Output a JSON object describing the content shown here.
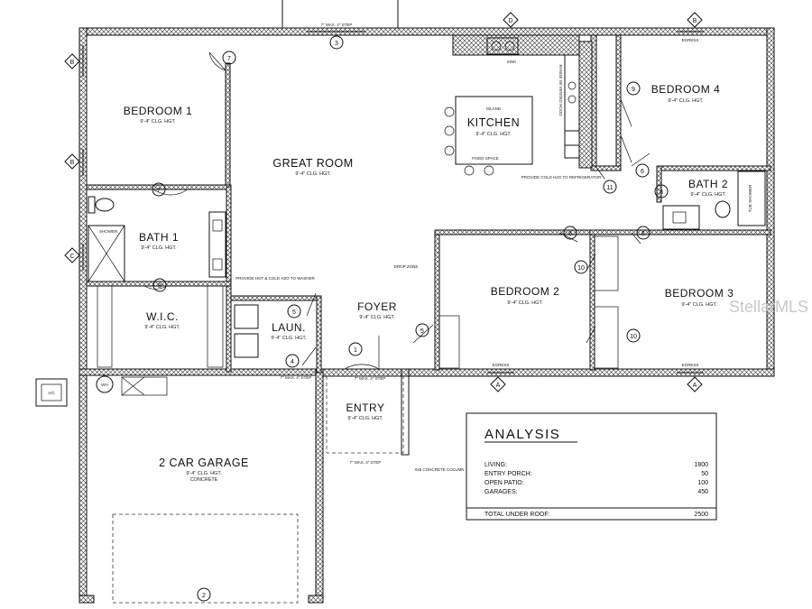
{
  "rooms": {
    "bedroom1": {
      "name": "BEDROOM 1",
      "ceiling": "9'-4\" CLG. HGT."
    },
    "great_room": {
      "name": "GREAT ROOM",
      "ceiling": "9'-4\" CLG. HGT."
    },
    "kitchen": {
      "name": "KITCHEN",
      "ceiling": "9'-4\" CLG. HGT."
    },
    "bedroom4": {
      "name": "BEDROOM 4",
      "ceiling": "9'-4\" CLG. HGT."
    },
    "bath1": {
      "name": "BATH 1",
      "ceiling": "9'-4\" CLG. HGT."
    },
    "bath2": {
      "name": "BATH 2",
      "ceiling": "9'-4\" CLG. HGT."
    },
    "wic": {
      "name": "W.I.C.",
      "ceiling": "9'-4\" CLG. HGT."
    },
    "laun": {
      "name": "LAUN.",
      "ceiling": "9'-4\" CLG. HGT."
    },
    "foyer": {
      "name": "FOYER",
      "ceiling": "9'-4\" CLG. HGT."
    },
    "bedroom2": {
      "name": "BEDROOM 2",
      "ceiling": "9'-4\" CLG. HGT."
    },
    "bedroom3": {
      "name": "BEDROOM 3",
      "ceiling": "9'-4\" CLG. HGT."
    },
    "entry": {
      "name": "ENTRY",
      "ceiling": "9'-4\" CLG. HGT."
    },
    "garage": {
      "name": "2 CAR GARAGE",
      "ceiling": "9'-4\" CLG. HGT.",
      "floor": "CONCRETE"
    }
  },
  "notes": {
    "step_top": "7\" MAX. 4\" STEP",
    "step_foyer": "7\" MAX. 4\" STEP",
    "step_laun": "7\" MAX. 4\" STEP",
    "step_entry": "7\" MAX. 4\" STEP",
    "island": "ISLAND",
    "sink": "SINK",
    "hood": "RANGE W/ VENTED HOOD",
    "kitchen_space": "FIXED SPACE",
    "fridge": "PROVIDE COLD H2O TO REFRIGERATOR",
    "washer": "PROVIDE HOT & COLD H2O TO WASHER",
    "drop_zone": "DROP ZONE",
    "column": "8x8 CONCRETE COLUMN",
    "shower": "SHOWER",
    "tub": "TUB SHOWER",
    "egress_1": "EGRESS",
    "egress_2": "EGRESS",
    "egress_3": "EGRESS",
    "ac": "A/C",
    "wh": "WH"
  },
  "tags": {
    "doors": [
      "1",
      "2",
      "3",
      "4",
      "5",
      "6",
      "7",
      "8",
      "9",
      "10",
      "11"
    ],
    "windows": [
      "A",
      "B",
      "C",
      "D"
    ]
  },
  "analysis": {
    "title": "ANALYSIS",
    "rows": [
      {
        "label": "LIVING:",
        "value": "1800"
      },
      {
        "label": "ENTRY PORCH:",
        "value": "50"
      },
      {
        "label": "OPEN PATIO:",
        "value": "100"
      },
      {
        "label": "GARAGES:",
        "value": "450"
      }
    ],
    "total": {
      "label": "TOTAL UNDER ROOF:",
      "value": "2500"
    }
  },
  "watermark": "StellarMLS"
}
